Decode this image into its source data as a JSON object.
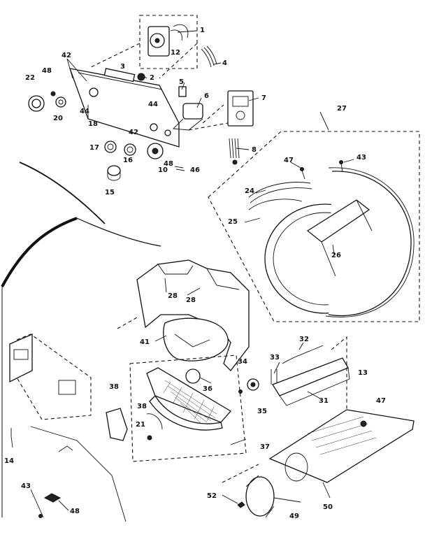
{
  "callouts": {
    "c1": "1",
    "c2": "2",
    "c3": "3",
    "c4": "4",
    "c5": "5",
    "c6": "6",
    "c7": "7",
    "c8": "8",
    "c10": "10",
    "c12": "12",
    "c13": "13",
    "c14": "14",
    "c15": "15",
    "c16": "16",
    "c17": "17",
    "c18": "18",
    "c20": "20",
    "c21": "21",
    "c22": "22",
    "c24": "24",
    "c25": "25",
    "c26": "26",
    "c27": "27",
    "c28a": "28",
    "c28b": "28",
    "c31": "31",
    "c32": "32",
    "c33": "33",
    "c34": "34",
    "c35": "35",
    "c36": "36",
    "c37": "37",
    "c38a": "38",
    "c38b": "38",
    "c41": "41",
    "c42a": "42",
    "c42b": "42",
    "c43a": "43",
    "c43b": "43",
    "c44a": "44",
    "c44b": "44",
    "c46": "46",
    "c47a": "47",
    "c47b": "47",
    "c48a": "48",
    "c48b": "48",
    "c48c": "48",
    "c49": "49",
    "c50": "50",
    "c52": "52"
  }
}
